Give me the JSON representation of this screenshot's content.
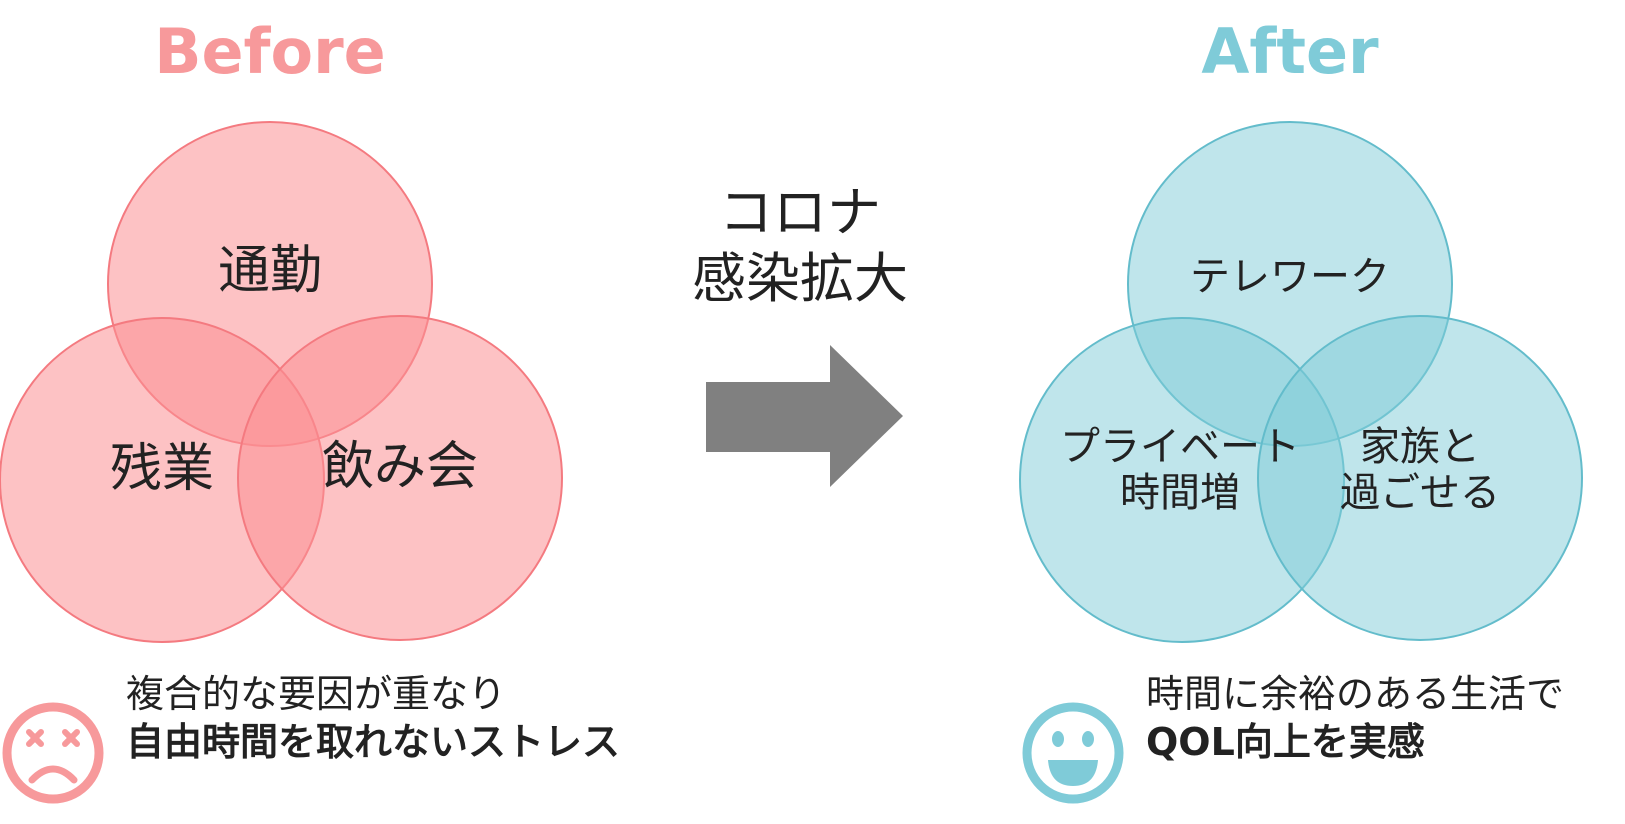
{
  "headings": {
    "before": "Before",
    "after": "After"
  },
  "before_circles": {
    "top": "通勤",
    "left": "残業",
    "right": "飲み会"
  },
  "after_circles": {
    "top": "テレワーク",
    "left_line1": "プライベート",
    "left_line2": "時間増",
    "right_line1": "家族と",
    "right_line2": "過ごせる"
  },
  "transition": {
    "line1": "コロナ",
    "line2": "感染拡大"
  },
  "captions": {
    "before_line1": "複合的な要因が重なり",
    "before_line2": "自由時間を取れないストレス",
    "after_line1": "時間に余裕のある生活で",
    "after_line2": "QOL向上を実感"
  },
  "colors": {
    "before_fill": "#fc8f94",
    "before_stroke": "#f47a80",
    "after_fill": "#7fcbd8",
    "after_stroke": "#63bccb",
    "arrow": "#808080",
    "sad_face": "#f7999b",
    "happy_face": "#7fcbd8"
  },
  "icons": {
    "sad": "sad-face-icon",
    "happy": "happy-face-icon",
    "arrow": "right-arrow-icon"
  }
}
